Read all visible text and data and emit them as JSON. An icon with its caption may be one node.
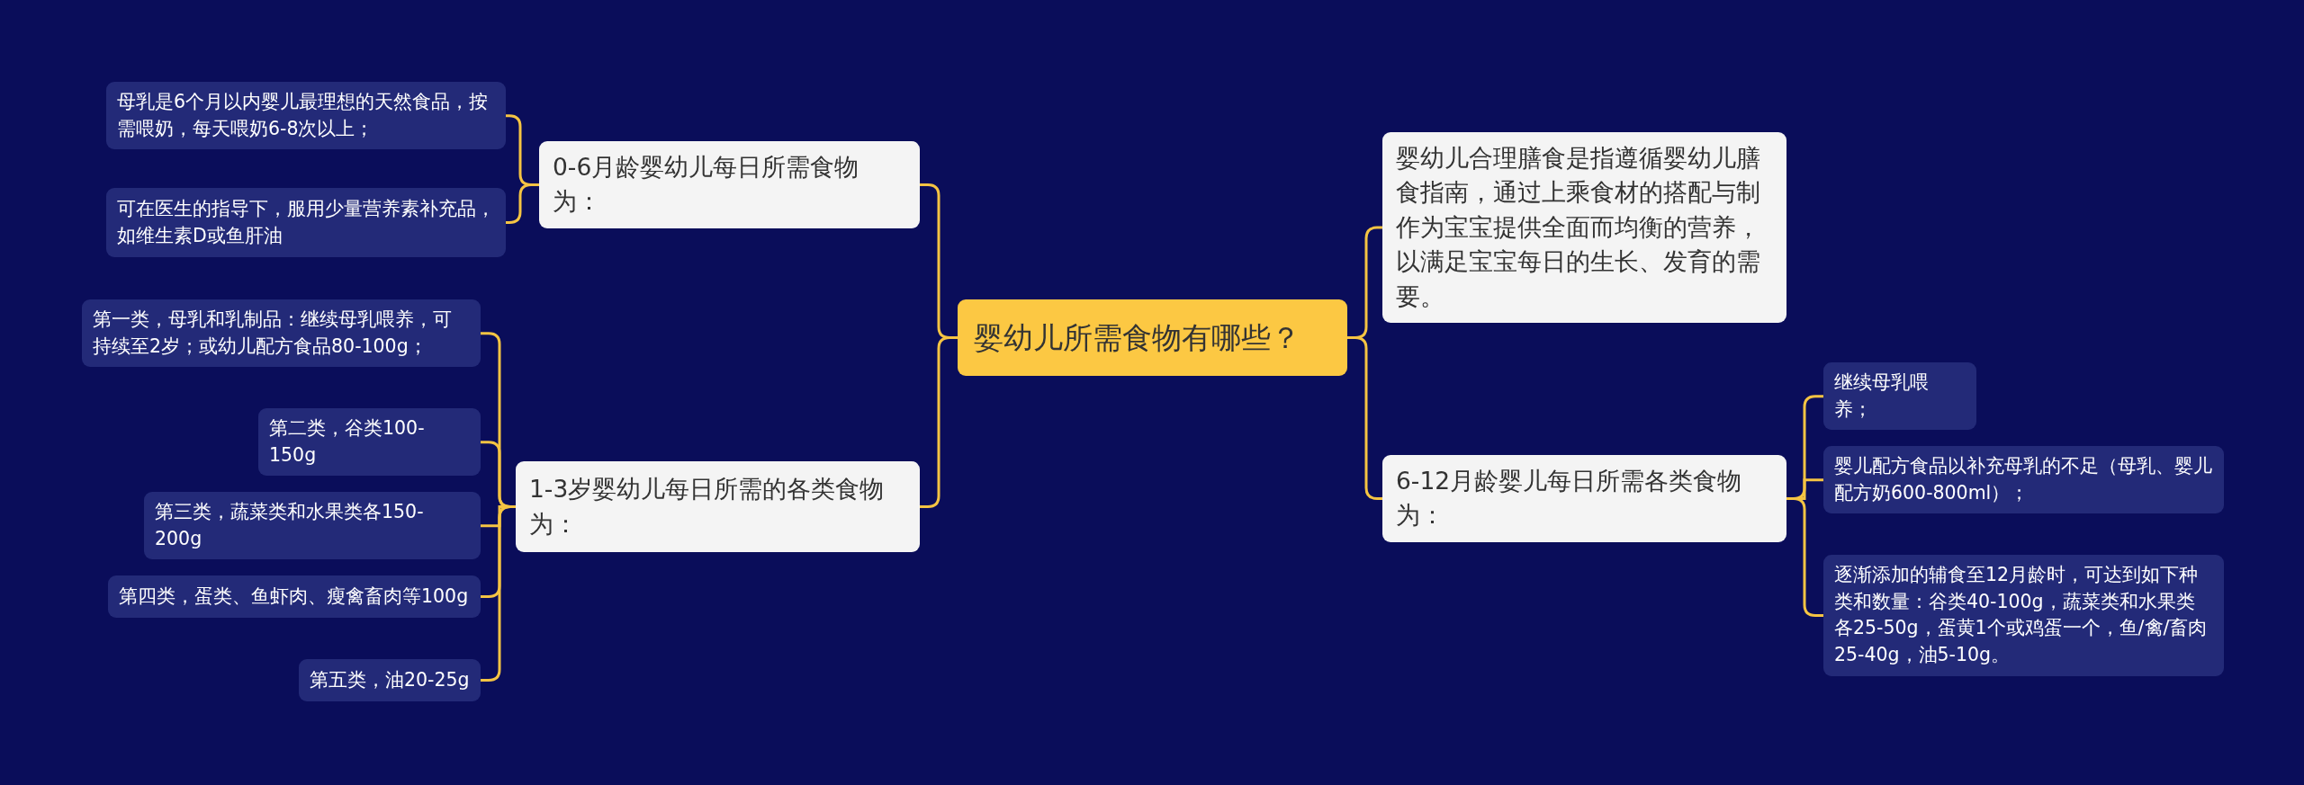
{
  "diagram": {
    "nodes": [
      {
        "text": [
          "婴幼儿所需食物有哪些？"
        ]
      },
      {
        "text": [
          "0-6月龄婴幼儿每日所需食物为："
        ]
      },
      {
        "text": [
          "母乳是6个月以内婴儿最理想的天然食品，按需喂奶，每天喂奶6-8次以上；"
        ]
      },
      {
        "text": [
          "可在医生的指导下，服用少量营养素补充品，如维生素D或鱼肝油"
        ]
      },
      {
        "text": [
          "1-3岁婴幼儿每日所需的各类食物为："
        ]
      },
      {
        "text": [
          "第一类，母乳和乳制品：继续母乳喂养，可持续至2岁；或幼儿配方食品80-100g；"
        ]
      },
      {
        "text": [
          "第二类，谷类100-150g"
        ]
      },
      {
        "text": [
          "第三类，蔬菜类和水果类各150-200g"
        ]
      },
      {
        "text": [
          "第四类，蛋类、鱼虾肉、瘦禽畜肉等100g"
        ]
      },
      {
        "text": [
          "第五类，油20-25g"
        ]
      },
      {
        "text": [
          "婴幼儿合理膳食是指遵循婴幼儿膳食指南，通过上乘食材的搭配与制作为宝宝提供全面而均衡的营养，以满足宝宝每日的生长、发育的需要。"
        ]
      },
      {
        "text": [
          "6-12月龄婴儿每日所需各类食物为："
        ]
      },
      {
        "text": [
          "继续母乳喂养；"
        ]
      },
      {
        "text": [
          "婴儿配方食品以补充母乳的不足（母乳、婴儿配方奶600-800ml）；"
        ]
      },
      {
        "text": [
          "逐渐添加的辅食至12月龄时，可达到如下种类和数量：谷类40-100g，蔬菜类和水果类各25-50g，蛋黄1个或鸡蛋一个，鱼/禽/畜肉25-40g，油5-10g。"
        ]
      }
    ],
    "edges": [
      {
        "from": 0,
        "to": 1,
        "arrow": "none"
      },
      {
        "from": 1,
        "to": 2,
        "arrow": "none"
      },
      {
        "from": 1,
        "to": 3,
        "arrow": "none"
      },
      {
        "from": 0,
        "to": 4,
        "arrow": "none"
      },
      {
        "from": 4,
        "to": 5,
        "arrow": "none"
      },
      {
        "from": 4,
        "to": 6,
        "arrow": "none"
      },
      {
        "from": 4,
        "to": 7,
        "arrow": "none"
      },
      {
        "from": 4,
        "to": 8,
        "arrow": "none"
      },
      {
        "from": 4,
        "to": 9,
        "arrow": "none"
      },
      {
        "from": 0,
        "to": 10,
        "arrow": "none"
      },
      {
        "from": 0,
        "to": 11,
        "arrow": "none"
      },
      {
        "from": 11,
        "to": 12,
        "arrow": "none"
      },
      {
        "from": 11,
        "to": 13,
        "arrow": "none"
      },
      {
        "from": 11,
        "to": 14,
        "arrow": "none"
      }
    ]
  }
}
